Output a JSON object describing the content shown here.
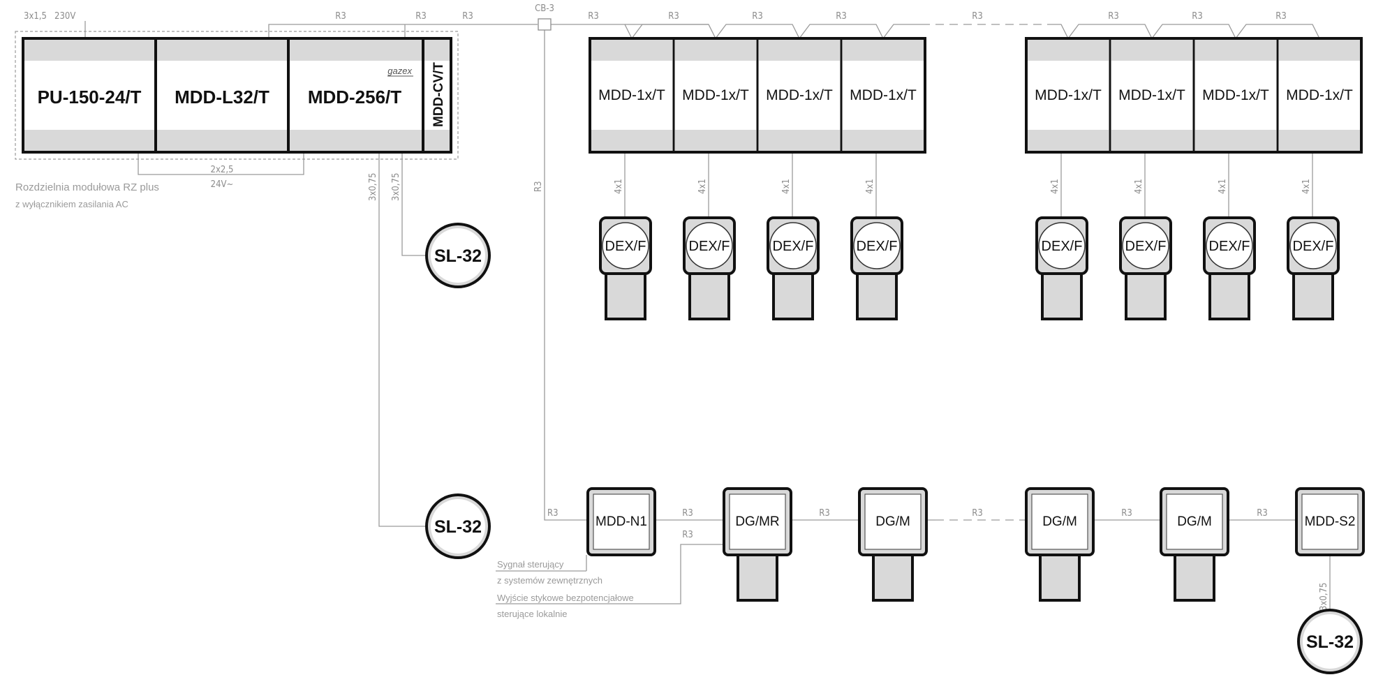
{
  "cabinet": {
    "modules": [
      "PU-150-24/T",
      "MDD-L32/T",
      "MDD-256/T",
      "MDD-CV/T"
    ],
    "brand": "gazex",
    "caption_line1": "Rozdzielnia modułowa RZ plus",
    "caption_line2": "z wyłącznikiem zasilania AC",
    "supply_cable": "3x1,5",
    "supply_voltage": "230V",
    "internal_cable": "2x2,5",
    "internal_voltage": "24V~"
  },
  "junction": {
    "label": "CB-3"
  },
  "bus": {
    "cable": "R3"
  },
  "cables": {
    "signal_3x075": "3x0,75",
    "detector": "4x1"
  },
  "top_group_1": {
    "modules": [
      "MDD-1x/T",
      "MDD-1x/T",
      "MDD-1x/T",
      "MDD-1x/T"
    ],
    "detectors": [
      "DEX/F",
      "DEX/F",
      "DEX/F",
      "DEX/F"
    ]
  },
  "top_group_2": {
    "modules": [
      "MDD-1x/T",
      "MDD-1x/T",
      "MDD-1x/T",
      "MDD-1x/T"
    ],
    "detectors": [
      "DEX/F",
      "DEX/F",
      "DEX/F",
      "DEX/F"
    ]
  },
  "sirens": {
    "left_top": "SL-32",
    "left_bottom": "SL-32",
    "right_bottom": "SL-32"
  },
  "bottom_line": {
    "devices": [
      "MDD-N1",
      "DG/MR",
      "DG/M",
      "DG/M",
      "DG/M",
      "MDD-S2"
    ]
  },
  "notes": {
    "signal_line1": "Sygnał sterujący",
    "signal_line2": "z systemów zewnętrznych",
    "output_line1": "Wyjście stykowe bezpotencjałowe",
    "output_line2": "sterujące lokalnie"
  },
  "colors": {
    "frame": "#111111",
    "band": "#d9d9d9",
    "wire": "#9a9a9a",
    "label": "#8c8c8c"
  }
}
